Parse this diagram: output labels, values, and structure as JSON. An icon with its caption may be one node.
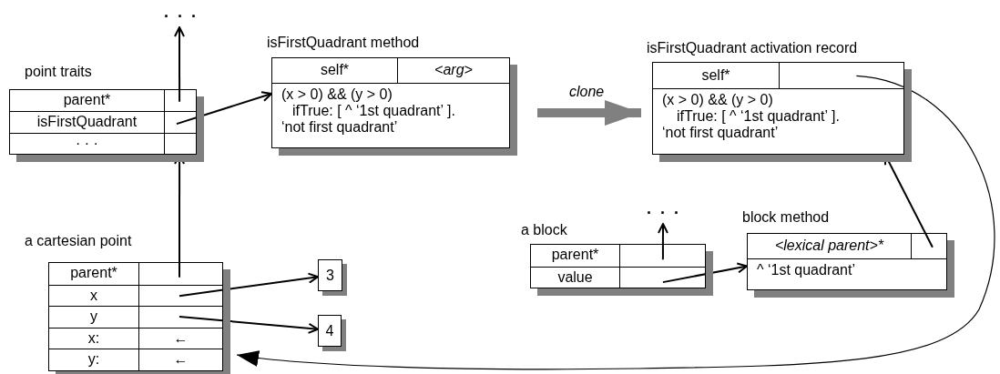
{
  "diagram": {
    "nodes": [
      {
        "text": [
          "point traits",
          "parent*",
          "isFirstQuadrant",
          "· · ·"
        ]
      },
      {
        "text": [
          "· · ·"
        ]
      },
      {
        "text": [
          "isFirstQuadrant method",
          "self*",
          "<arg>",
          "(x > 0) && (y > 0)",
          "ifTrue: [ ^ ‘1st quadrant’ ].",
          "‘not first quadrant’"
        ]
      },
      {
        "text": [
          "isFirstQuadrant activation record",
          "self*",
          "(x > 0) && (y > 0)",
          "ifTrue: [ ^ ‘1st quadrant’ ].",
          "‘not first quadrant’"
        ]
      },
      {
        "text": [
          "a cartesian point",
          "parent*",
          "x",
          "y",
          "x:",
          "←",
          "y:",
          "←"
        ]
      },
      {
        "text": [
          "3"
        ]
      },
      {
        "text": [
          "4"
        ]
      },
      {
        "text": [
          "· · ·"
        ]
      },
      {
        "text": [
          "a block",
          "parent*",
          "value"
        ]
      },
      {
        "text": [
          "block method",
          "<lexical parent>*",
          "^ ‘1st quadrant’"
        ]
      }
    ],
    "edges": [
      {
        "from": 0,
        "to": 1,
        "arrow": "to"
      },
      {
        "from": 0,
        "to": 2,
        "arrow": "to"
      },
      {
        "from": 4,
        "to": 0,
        "arrow": "to"
      },
      {
        "from": 4,
        "to": 5,
        "arrow": "to"
      },
      {
        "from": 4,
        "to": 6,
        "arrow": "to"
      },
      {
        "from": 2,
        "to": 3,
        "arrow": "to",
        "label": "clone",
        "style": "thick",
        "color": "#808080"
      },
      {
        "from": 8,
        "to": 7,
        "arrow": "to"
      },
      {
        "from": 8,
        "to": 9,
        "arrow": "to"
      },
      {
        "from": 9,
        "to": 3,
        "arrow": "to"
      },
      {
        "from": 3,
        "to": 4,
        "arrow": "to"
      }
    ]
  }
}
